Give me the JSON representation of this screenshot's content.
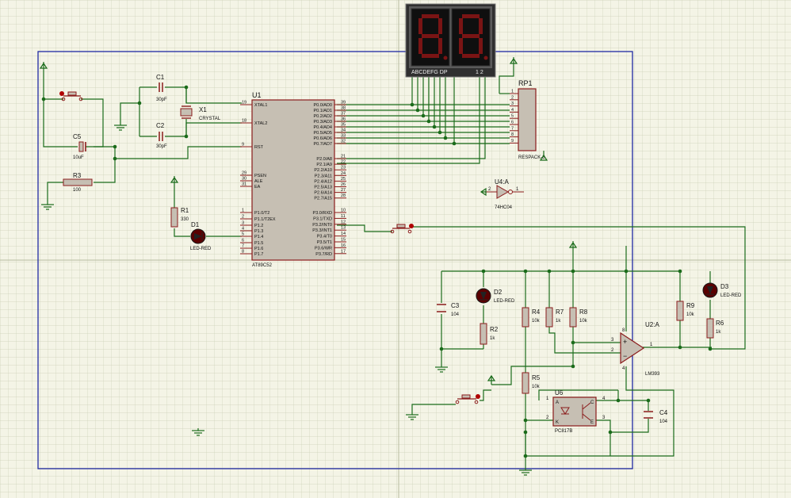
{
  "components": {
    "u1": {
      "ref": "U1",
      "part": "AT89C52"
    },
    "x1": {
      "ref": "X1",
      "part": "CRYSTAL"
    },
    "c1": {
      "ref": "C1",
      "value": "30pF"
    },
    "c2": {
      "ref": "C2",
      "value": "30pF"
    },
    "c5": {
      "ref": "C5",
      "value": "10uF"
    },
    "r3": {
      "ref": "R3",
      "value": "100"
    },
    "r1": {
      "ref": "R1",
      "value": "330"
    },
    "d1": {
      "ref": "D1",
      "part": "LED-RED"
    },
    "rp1": {
      "ref": "RP1",
      "part": "RESPACK-8"
    },
    "u4": {
      "ref": "U4:A",
      "part": "74HC04",
      "pin_in": "2",
      "pin_out": "1"
    },
    "c3": {
      "ref": "C3",
      "value": "104"
    },
    "d2": {
      "ref": "D2",
      "part": "LED-RED"
    },
    "r2": {
      "ref": "R2",
      "value": "1k"
    },
    "r4": {
      "ref": "R4",
      "value": "10k"
    },
    "r7": {
      "ref": "R7",
      "value": "1k"
    },
    "r8": {
      "ref": "R8",
      "value": "10k"
    },
    "r5": {
      "ref": "R5",
      "value": "10k"
    },
    "u6": {
      "ref": "U6",
      "part": "PC817B",
      "pin_a": "A",
      "pin_k": "K",
      "pin_c": "C",
      "pin_e": "E"
    },
    "c4": {
      "ref": "C4",
      "value": "104"
    },
    "u2": {
      "ref": "U2:A",
      "part": "LM393"
    },
    "r9": {
      "ref": "R9",
      "value": "10k"
    },
    "r6": {
      "ref": "R6",
      "value": "1k"
    },
    "d3": {
      "ref": "D3",
      "part": "LED-RED"
    }
  },
  "u1_left_pins": [
    {
      "num": "19",
      "name": "XTAL1"
    },
    {
      "num": "18",
      "name": "XTAL2"
    },
    {
      "num": "9",
      "name": "RST"
    },
    {
      "num": "29",
      "name": "PSEN"
    },
    {
      "num": "30",
      "name": "ALE"
    },
    {
      "num": "31",
      "name": "EA"
    },
    {
      "num": "1",
      "name": "P1.0/T2"
    },
    {
      "num": "2",
      "name": "P1.1/T2EX"
    },
    {
      "num": "3",
      "name": "P1.2"
    },
    {
      "num": "4",
      "name": "P1.3"
    },
    {
      "num": "5",
      "name": "P1.4"
    },
    {
      "num": "6",
      "name": "P1.5"
    },
    {
      "num": "7",
      "name": "P1.6"
    },
    {
      "num": "8",
      "name": "P1.7"
    }
  ],
  "u1_right_pins": [
    {
      "num": "39",
      "name": "P0.0/AD0"
    },
    {
      "num": "38",
      "name": "P0.1/AD1"
    },
    {
      "num": "37",
      "name": "P0.2/AD2"
    },
    {
      "num": "36",
      "name": "P0.3/AD3"
    },
    {
      "num": "35",
      "name": "P0.4/AD4"
    },
    {
      "num": "34",
      "name": "P0.5/AD5"
    },
    {
      "num": "33",
      "name": "P0.6/AD6"
    },
    {
      "num": "32",
      "name": "P0.7/AD7"
    },
    {
      "num": "21",
      "name": "P2.0/A8"
    },
    {
      "num": "22",
      "name": "P2.1/A9"
    },
    {
      "num": "23",
      "name": "P2.2/A10"
    },
    {
      "num": "24",
      "name": "P2.3/A11"
    },
    {
      "num": "25",
      "name": "P2.4/A12"
    },
    {
      "num": "26",
      "name": "P2.5/A13"
    },
    {
      "num": "27",
      "name": "P2.6/A14"
    },
    {
      "num": "28",
      "name": "P2.7/A15"
    },
    {
      "num": "10",
      "name": "P3.0/RXD"
    },
    {
      "num": "11",
      "name": "P3.1/TXD"
    },
    {
      "num": "12",
      "name": "P3.2/INT0"
    },
    {
      "num": "13",
      "name": "P3.3/INT1"
    },
    {
      "num": "14",
      "name": "P3.4/T0"
    },
    {
      "num": "15",
      "name": "P3.5/T1"
    },
    {
      "num": "16",
      "name": "P3.6/WR"
    },
    {
      "num": "17",
      "name": "P3.7/RD"
    }
  ],
  "rp1_pins": [
    "1",
    "2",
    "3",
    "4",
    "5",
    "6",
    "7",
    "8",
    "9"
  ],
  "display": {
    "segments_label": "ABCDEFG DP",
    "digits_label": "1 2"
  },
  "u2_pins": {
    "p8": "8",
    "p4": "4",
    "p3": "3",
    "p2": "2",
    "p1": "1"
  },
  "u6_pins": {
    "p1": "1",
    "p2": "2",
    "p3": "3",
    "p4": "4"
  },
  "colors": {
    "grid": "#c9cdb3",
    "wire": "#1a6b1a",
    "body": "#c6bfb3",
    "outline": "#8b1c1c",
    "border": "#1f2aa3",
    "led": "#7a0000"
  }
}
